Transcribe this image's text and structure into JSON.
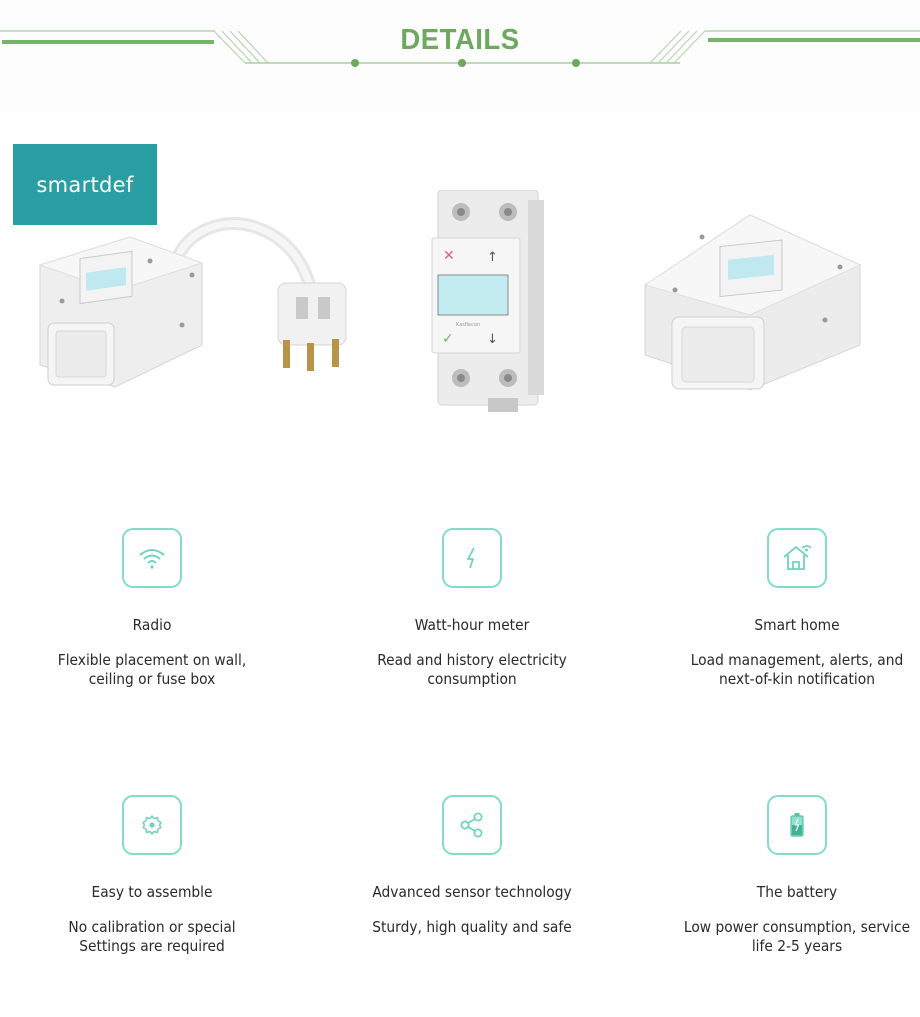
{
  "header": {
    "title": "DETAILS",
    "accent_color": "#6daa5e"
  },
  "brand": {
    "logo_text": "smartdef",
    "logo_bg": "#2a9fa3"
  },
  "products": [
    {
      "name": "plug-in-meter-with-cable",
      "screen_color": "#bfe9ee"
    },
    {
      "name": "din-rail-meter",
      "screen_color": "#c3ecf0",
      "buttons": [
        "close",
        "up",
        "confirm",
        "down"
      ],
      "label": "Kasflecon"
    },
    {
      "name": "plug-in-meter-box",
      "screen_color": "#bfe9ee"
    }
  ],
  "features": [
    {
      "icon": "wifi-icon",
      "title": "Radio",
      "desc_line1": "Flexible placement on wall,",
      "desc_line2": "ceiling or fuse box"
    },
    {
      "icon": "lightning-icon",
      "title": "Watt-hour meter",
      "desc_line1": "Read and history electricity",
      "desc_line2": "consumption"
    },
    {
      "icon": "smart-home-icon",
      "title": "Smart home",
      "desc_line1": "Load management, alerts, and",
      "desc_line2": "next-of-kin notification"
    },
    {
      "icon": "gear-icon",
      "title": "Easy to assemble",
      "desc_line1": "No calibration or special",
      "desc_line2": "Settings are required"
    },
    {
      "icon": "share-icon",
      "title": "Advanced sensor technology",
      "desc_line1": "Sturdy, high quality and safe",
      "desc_line2": ""
    },
    {
      "icon": "battery-icon",
      "title": "The battery",
      "desc_line1": "Low power consumption, service",
      "desc_line2": "life 2-5 years"
    }
  ],
  "icon_color": "#83dcc8"
}
